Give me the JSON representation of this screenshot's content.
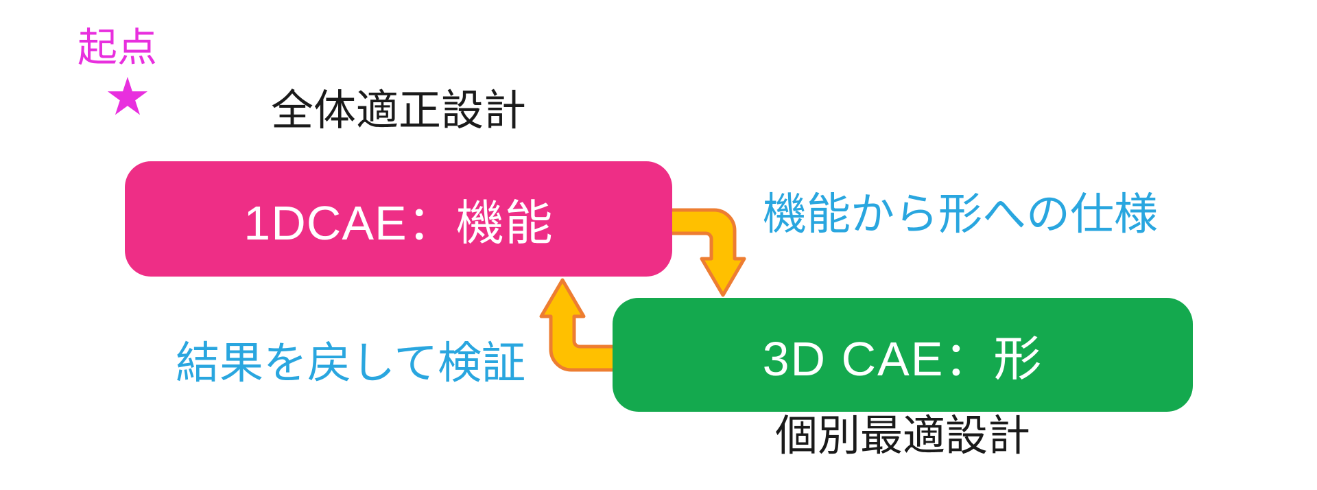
{
  "diagram": {
    "origin": {
      "label": "起点",
      "star": "★"
    },
    "top_caption": "全体適正設計",
    "bottom_caption": "個別最適設計",
    "boxes": [
      {
        "id": "1dcae",
        "label": "1DCAE：機能",
        "meaning": "function",
        "color_key": "pink"
      },
      {
        "id": "3dcae",
        "label": "3D CAE：形",
        "meaning": "shape",
        "color_key": "green"
      }
    ],
    "arrows": [
      {
        "id": "function-to-shape",
        "label": "機能から形への仕様",
        "direction": "pink-box right edge, elbow down into green-box top"
      },
      {
        "id": "return-verify",
        "label": "結果を戻して検証",
        "direction": "green-box left edge, elbow up into pink-box bottom"
      }
    ]
  },
  "colors": {
    "background": "#FFFFFF",
    "pink": "#EE2E86",
    "green": "#14A94E",
    "magenta": "#E82FDE",
    "cyan": "#29A6DF",
    "arrow_fill": "#FFC000",
    "arrow_stroke": "#ED7D31",
    "text_black": "#1A1A1A",
    "box_text": "#FFFFFF"
  }
}
